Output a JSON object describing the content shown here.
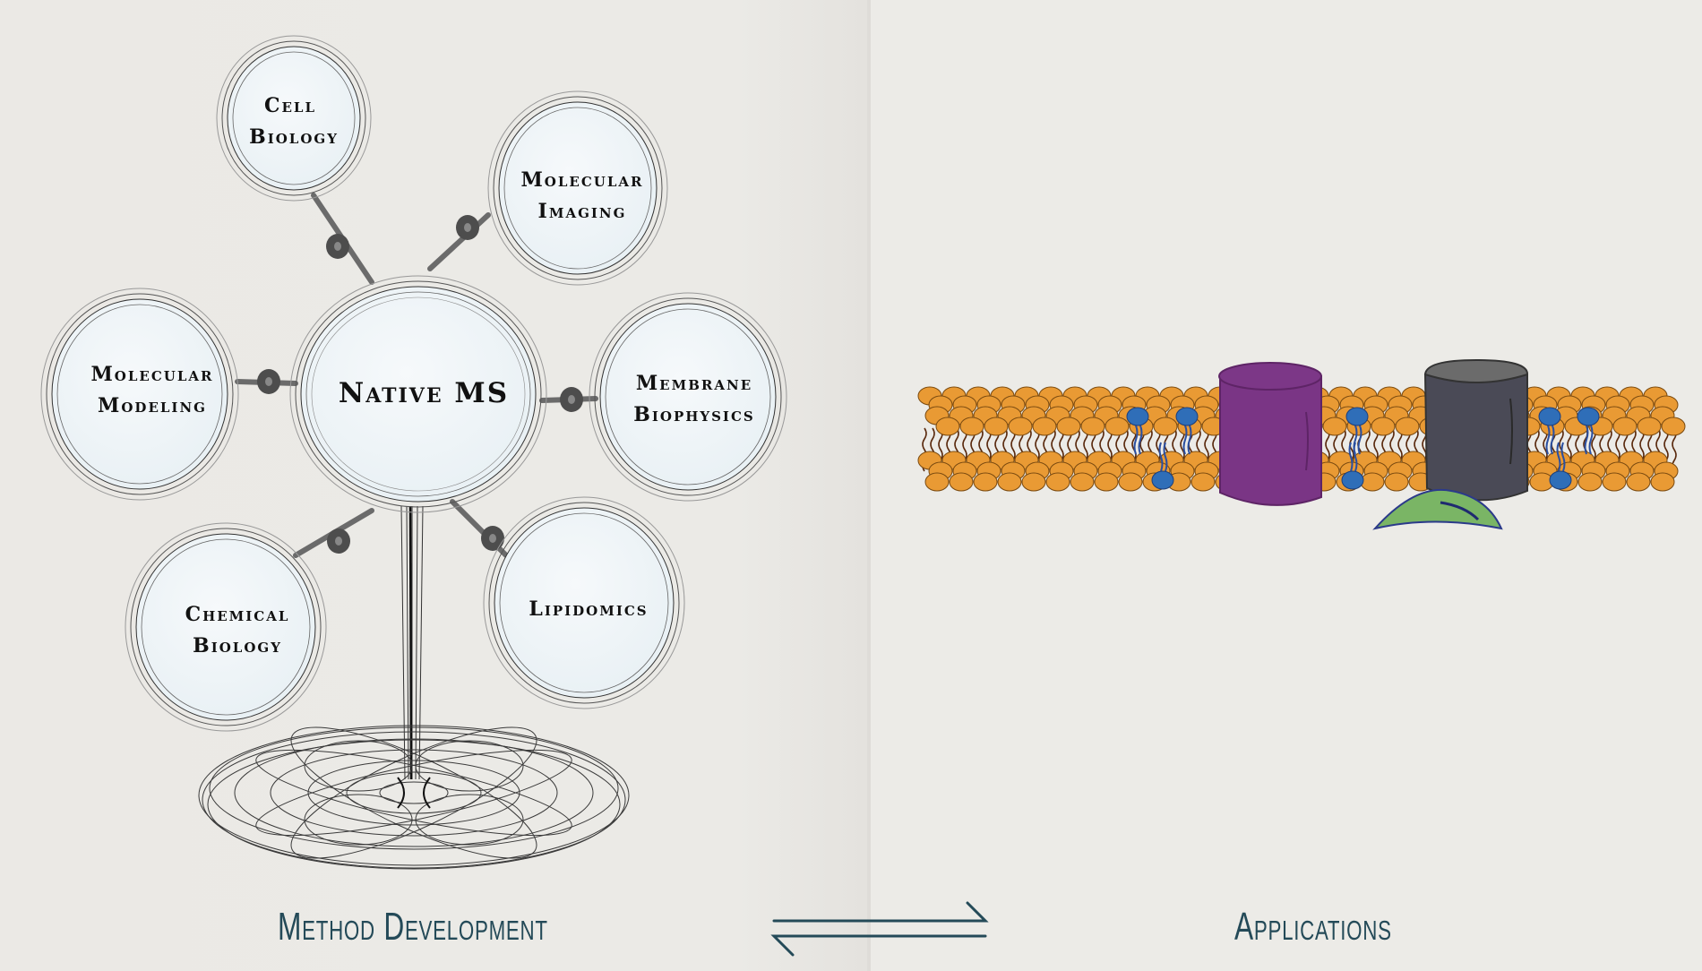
{
  "left_panel": {
    "hub": {
      "label": "Native MS"
    },
    "satellites": [
      {
        "id": "cell-biology",
        "lines": [
          "Cell",
          "Biology"
        ]
      },
      {
        "id": "molecular-imaging",
        "lines": [
          "Molecular",
          "Imaging"
        ]
      },
      {
        "id": "molecular-modeling",
        "lines": [
          "Molecular",
          "Modeling"
        ]
      },
      {
        "id": "membrane-biophysics",
        "lines": [
          "Membrane",
          "Biophysics"
        ]
      },
      {
        "id": "chemical-biology",
        "lines": [
          "Chemical",
          "Biology"
        ]
      },
      {
        "id": "lipidomics",
        "lines": [
          "Lipidomics"
        ]
      }
    ],
    "caption": "Method Development"
  },
  "right_panel": {
    "caption": "Applications",
    "membrane": {
      "lipid_head_color": "#e99a34",
      "lipid_tail_color": "#5a2a0e",
      "special_lipid_color": "#2f6eb8",
      "proteins": [
        {
          "name": "purple-channel-protein",
          "color": "#7a3585"
        },
        {
          "name": "gray-channel-protein",
          "color": "#4a4a56"
        },
        {
          "name": "green-peripheral-protein",
          "color": "#7ab565"
        }
      ]
    }
  },
  "arrow": {
    "type": "equilibrium",
    "color": "#244a58"
  }
}
